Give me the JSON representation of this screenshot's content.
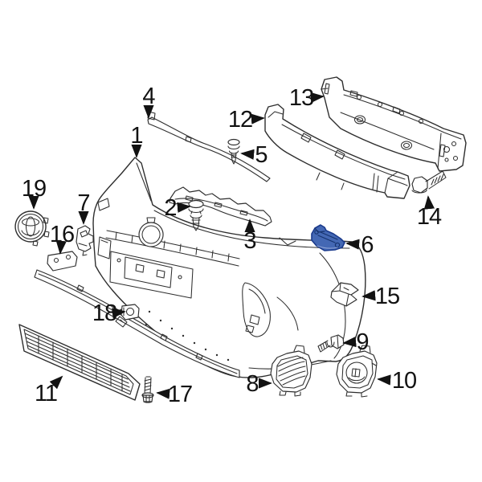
{
  "diagram": {
    "background_color": "#ffffff",
    "line_color": "#2e2e2e",
    "label_color": "#121212",
    "highlight": {
      "fill": "#4468b4",
      "stroke": "#1a3a8c",
      "selected_callout": "6"
    },
    "callouts": [
      {
        "label": "1"
      },
      {
        "label": "2"
      },
      {
        "label": "3"
      },
      {
        "label": "4"
      },
      {
        "label": "5"
      },
      {
        "label": "6"
      },
      {
        "label": "7"
      },
      {
        "label": "8"
      },
      {
        "label": "9"
      },
      {
        "label": "10"
      },
      {
        "label": "11"
      },
      {
        "label": "12"
      },
      {
        "label": "13"
      },
      {
        "label": "14"
      },
      {
        "label": "15"
      },
      {
        "label": "16"
      },
      {
        "label": "17"
      },
      {
        "label": "18"
      },
      {
        "label": "19"
      }
    ]
  }
}
